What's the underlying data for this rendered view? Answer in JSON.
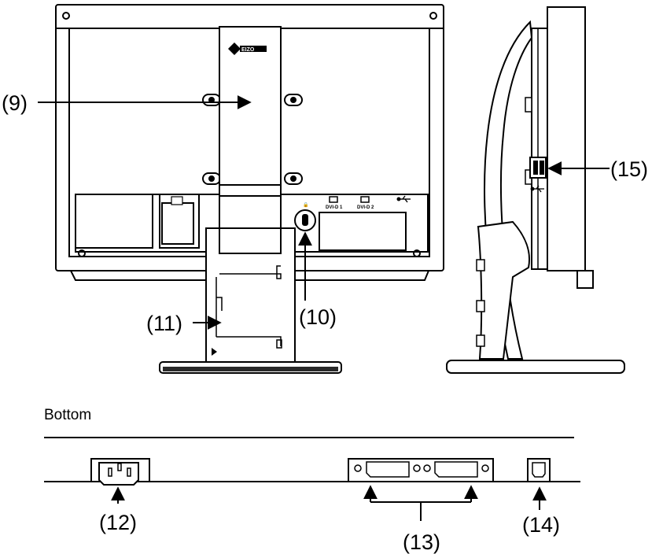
{
  "brand": "EIZO",
  "bottom_title": "Bottom",
  "callouts": {
    "c9": "(9)",
    "c10": "(10)",
    "c11": "(11)",
    "c12": "(12)",
    "c13": "(13)",
    "c14": "(14)",
    "c15": "(15)"
  },
  "icons": [
    "power-inlet-icon",
    "security-lock-icon",
    "dvi-port-icon",
    "usb-icon"
  ],
  "colors": {
    "line": "#000000",
    "fill": "#ffffff",
    "stand_dark": "#2a2a2a"
  }
}
